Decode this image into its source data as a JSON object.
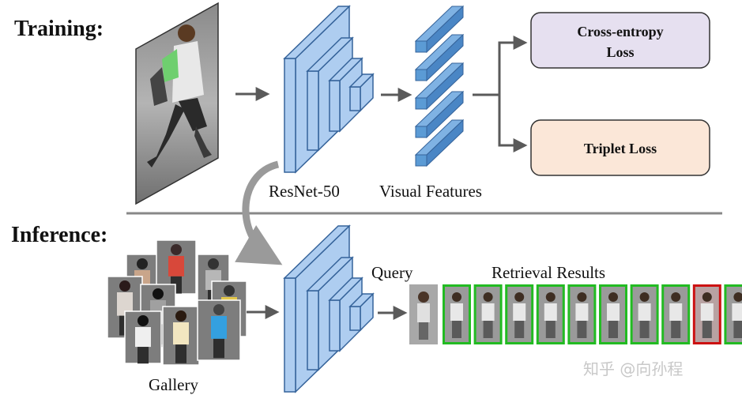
{
  "training": {
    "heading": "Training:",
    "backbone_label": "ResNet-50",
    "features_label": "Visual Features",
    "loss_ce_line1": "Cross-entropy",
    "loss_ce_line2": "Loss",
    "loss_triplet": "Triplet Loss"
  },
  "inference": {
    "heading": "Inference:",
    "gallery_label": "Gallery",
    "query_label": "Query",
    "results_label": "Retrieval Results",
    "results": [
      "correct",
      "correct",
      "correct",
      "correct",
      "correct",
      "correct",
      "correct",
      "correct",
      "incorrect",
      "correct"
    ]
  },
  "watermark": "知乎 @向孙程",
  "colors": {
    "block_fill": "#aecdf0",
    "block_stroke": "#35639a",
    "feature_fill": "#5b9bd5",
    "ce_box_fill": "#e6e0f0",
    "triplet_box_fill": "#fbe7d8",
    "arrow": "#5a5a5a",
    "divider": "#888888",
    "correct_border": "#22bb22",
    "incorrect_border": "#cc1111"
  }
}
